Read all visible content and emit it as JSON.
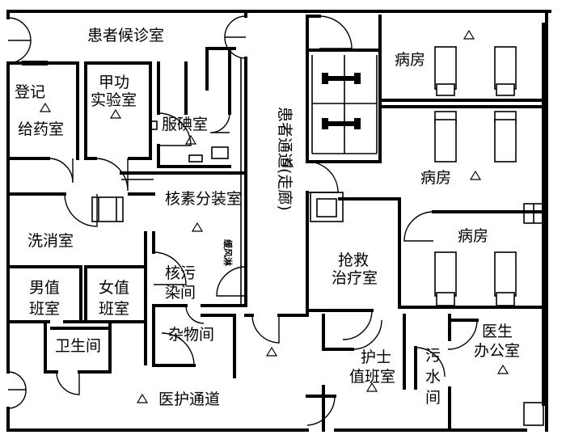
{
  "rooms": {
    "waiting": "患者候诊室",
    "register": "登记",
    "dispense": "给药室",
    "thyroid_1": "甲功",
    "thyroid_2": "实验室",
    "iodine": "服碘室",
    "isotope_pack": "核素分装室",
    "disinfect": "洗消室",
    "contam_1": "核污",
    "contam_2": "染间",
    "male_duty_1": "男值",
    "male_duty_2": "班室",
    "female_duty_1": "女值",
    "female_duty_2": "班室",
    "toilet": "卫生间",
    "storage": "杂物间",
    "staff_corridor": "医护通道",
    "patient_corridor": "患者通道(走廊)",
    "ward_1": "病房",
    "ward_2": "病房",
    "ward_3": "病房",
    "rescue_1": "抢救",
    "rescue_2": "治疗室",
    "nurse_1": "护士",
    "nurse_2": "值班室",
    "sewage_1": "污",
    "sewage_2": "水",
    "sewage_3": "间",
    "doctor_1": "医生",
    "doctor_2": "办公室",
    "air_shower": "缓风淋"
  },
  "symbols": {
    "marker": "△"
  }
}
